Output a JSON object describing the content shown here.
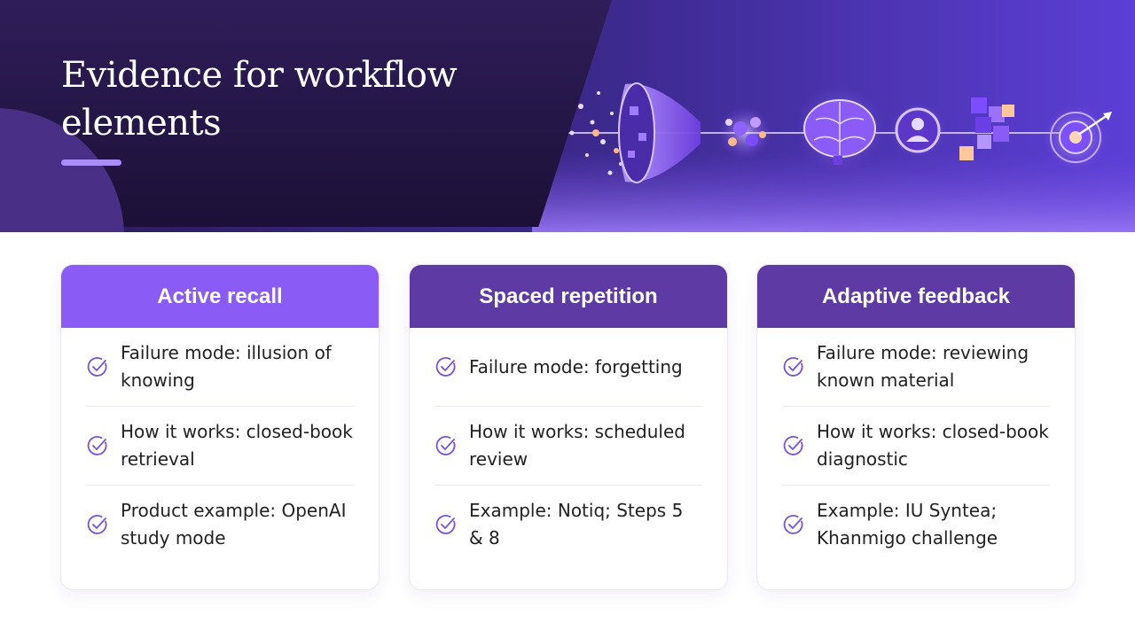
{
  "header": {
    "title": "Evidence for workflow elements",
    "illustration": "learning-pipeline-illustration"
  },
  "cards": [
    {
      "title": "Active recall",
      "header_color": "#8a5cf5",
      "items": [
        "Failure mode: illusion of knowing",
        "How it works: closed-book retrieval",
        "Product example: OpenAI study mode"
      ]
    },
    {
      "title": "Spaced repetition",
      "header_color": "#5e3aa5",
      "items": [
        "Failure mode: forgetting",
        "How it works: scheduled review",
        "Example: Notiq; Steps 5 & 8"
      ]
    },
    {
      "title": "Adaptive feedback",
      "header_color": "#5e3aa5",
      "items": [
        "Failure mode: reviewing known material",
        "How it works: closed-book diagnostic",
        "Example: IU Syntea; Khanmigo challenge"
      ]
    }
  ],
  "icons": {
    "item": "check-circle-icon"
  },
  "colors": {
    "accent": "#8a5cf5",
    "accent_dark": "#5e3aa5",
    "banner_dark": "#241646"
  }
}
